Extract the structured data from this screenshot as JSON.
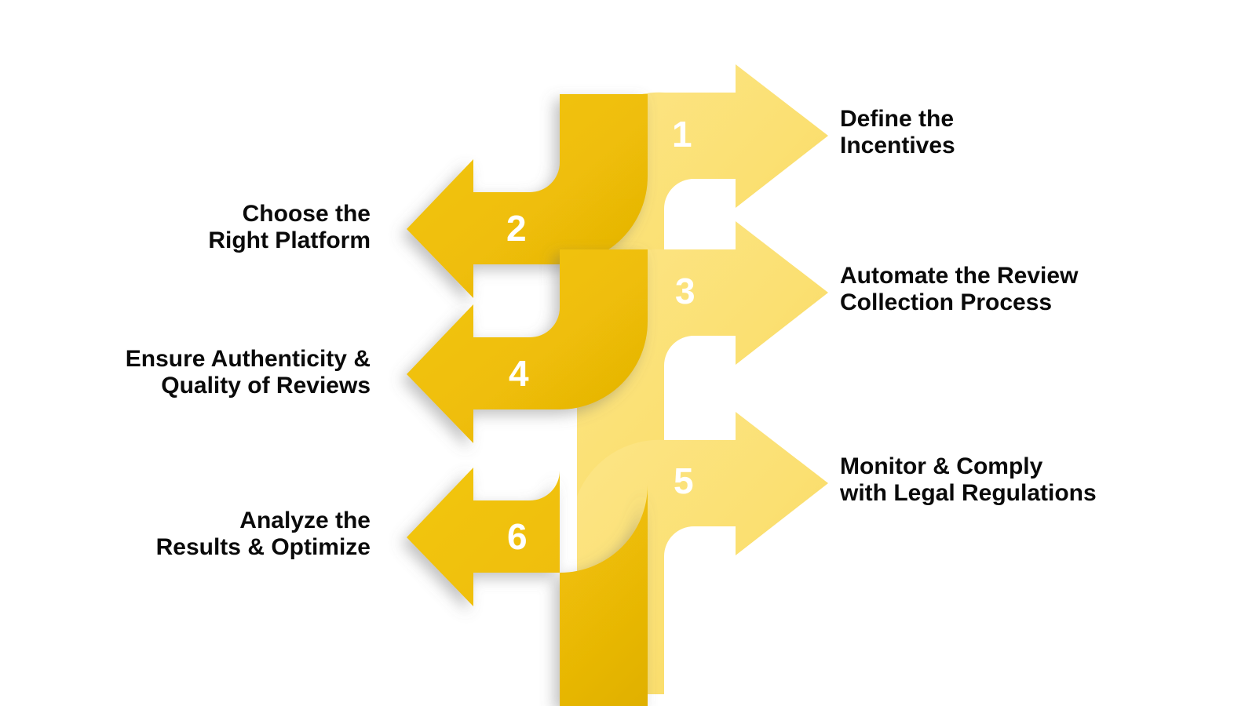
{
  "diagram": {
    "type": "process-flow",
    "orientation": "vertical-zigzag",
    "step_count": 6,
    "colors": {
      "arrow_light": "#FBE072",
      "arrow_dark": "#EFBE07",
      "number_text": "#FFFFFF",
      "label_text": "#0A0A0A",
      "background": "#FFFFFF"
    },
    "steps": [
      {
        "number": "1",
        "label": "Define the\nIncentives",
        "direction": "right",
        "tone": "light",
        "label_side": "right"
      },
      {
        "number": "2",
        "label": "Choose the\nRight Platform",
        "direction": "left",
        "tone": "dark",
        "label_side": "left"
      },
      {
        "number": "3",
        "label": "Automate the Review\nCollection Process",
        "direction": "right",
        "tone": "light",
        "label_side": "right"
      },
      {
        "number": "4",
        "label": "Ensure Authenticity &\nQuality of Reviews",
        "direction": "left",
        "tone": "dark",
        "label_side": "left"
      },
      {
        "number": "5",
        "label": "Monitor & Comply\nwith Legal Regulations",
        "direction": "right",
        "tone": "light",
        "label_side": "right"
      },
      {
        "number": "6",
        "label": "Analyze the\nResults & Optimize",
        "direction": "left",
        "tone": "dark",
        "label_side": "left"
      }
    ]
  }
}
